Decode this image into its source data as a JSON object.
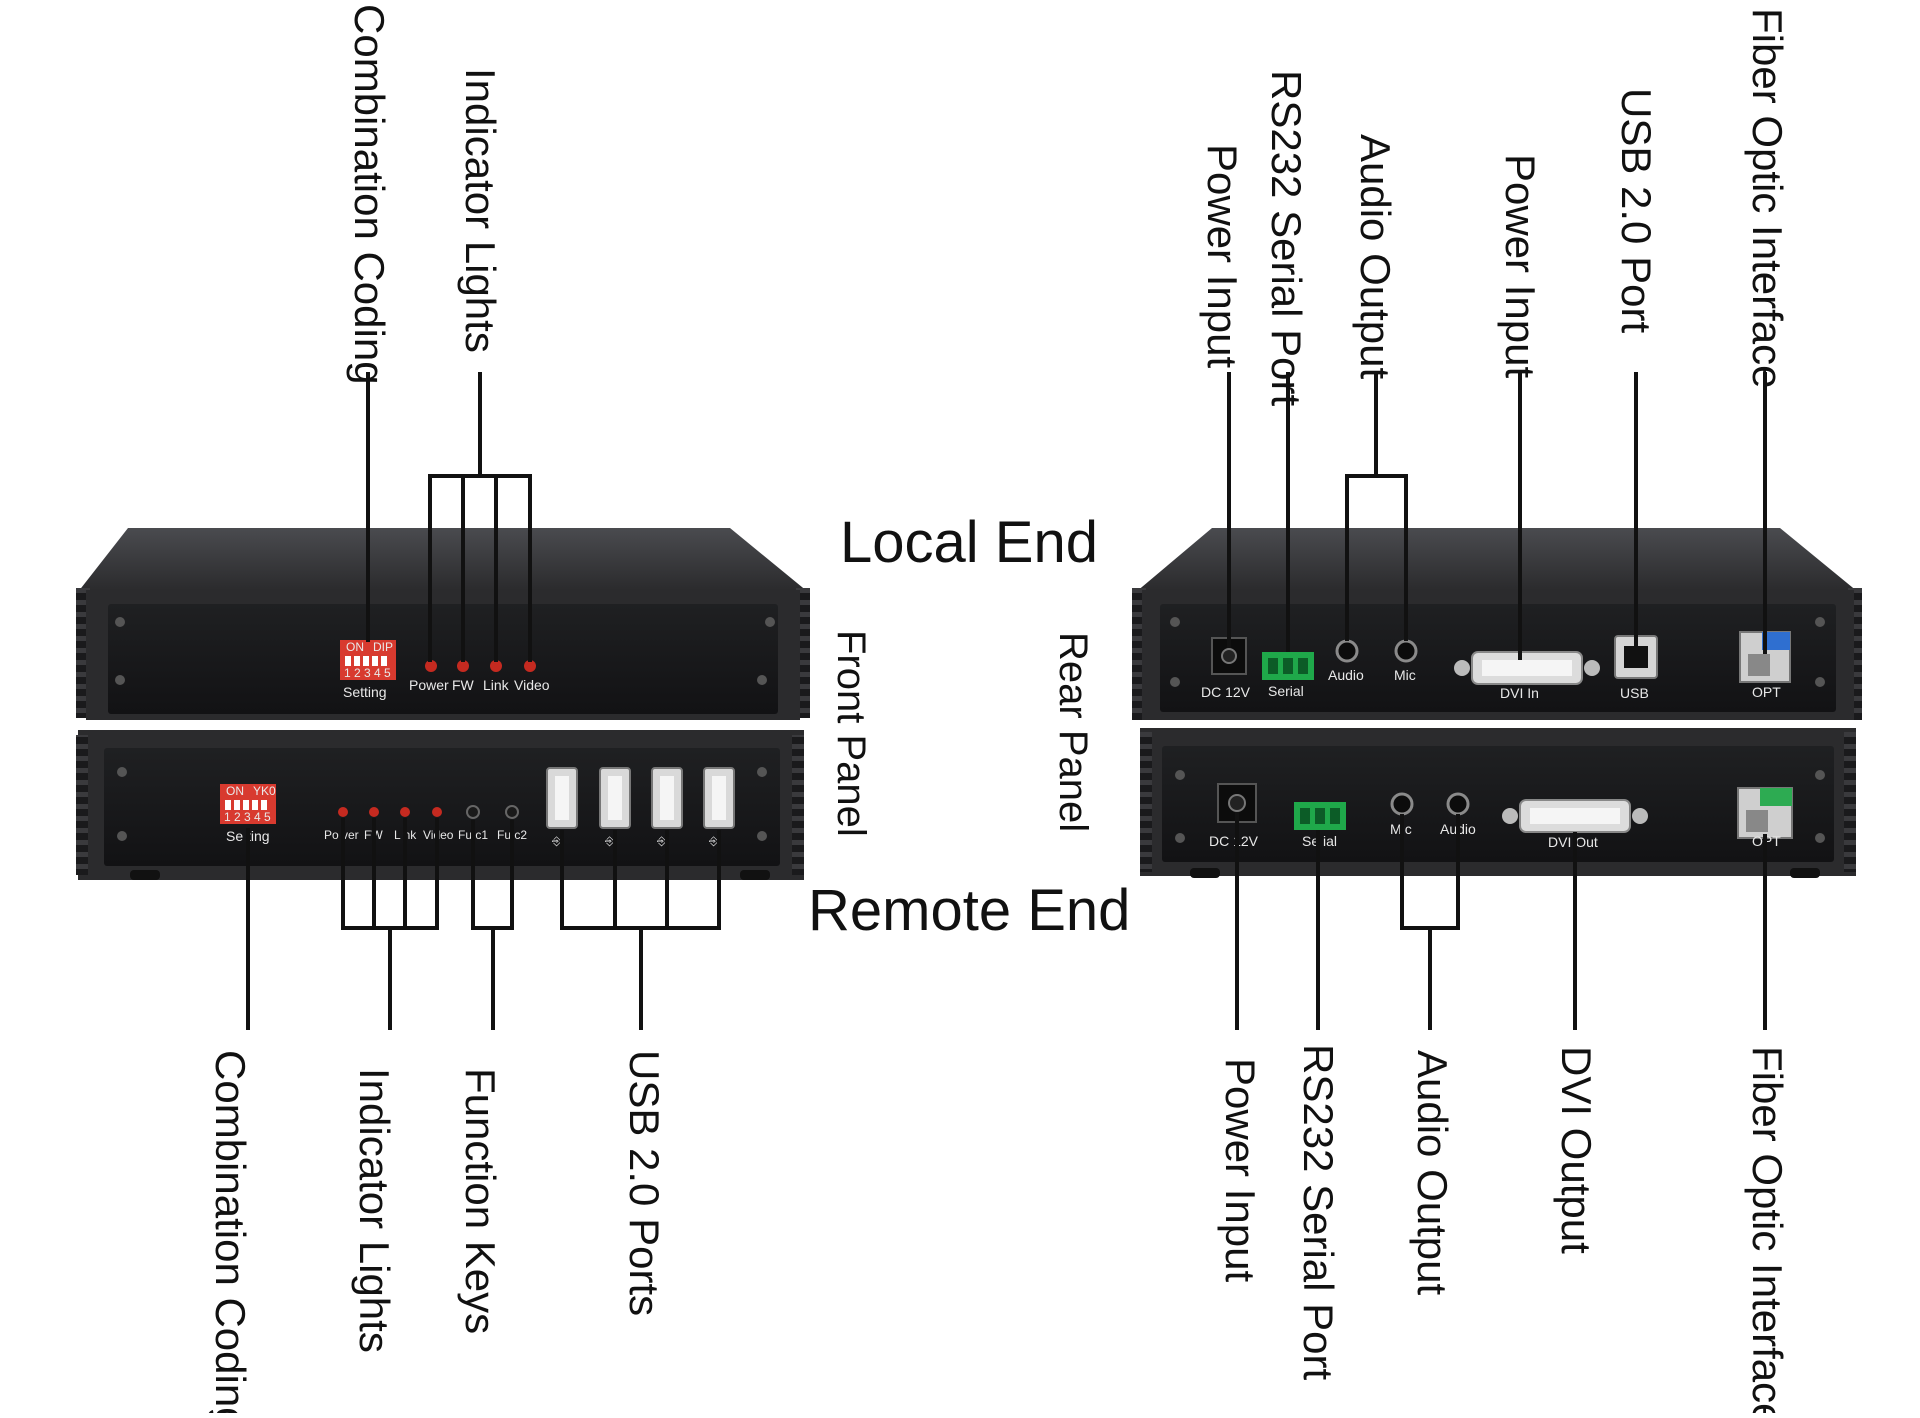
{
  "titles": {
    "local_end": "Local End",
    "remote_end": "Remote End",
    "front_panel": "Front Panel",
    "rear_panel": "Rear Panel"
  },
  "callouts_front_top": {
    "combination_coding": "Combination Coding",
    "indicator_lights": "Indicator Lights"
  },
  "callouts_front_bottom": {
    "combination_coding": "Combination Coding",
    "indicator_lights": "Indicator Lights",
    "function_keys": "Function Keys",
    "usb_ports": "USB 2.0 Ports"
  },
  "callouts_rear_top": {
    "power_input": "Power Input",
    "rs232": "RS232 Serial Port",
    "audio_output": "Audio Output",
    "power_input_2": "Power Input",
    "usb_port": "USB 2.0 Port",
    "fiber": "Fiber Optic Interface"
  },
  "callouts_rear_bottom": {
    "power_input": "Power Input",
    "rs232": "RS232 Serial Port",
    "audio_output": "Audio Output",
    "dvi_output": "DVI Output",
    "fiber": "Fiber Optic Interface"
  },
  "device_labels": {
    "local_front": {
      "dip_on": "ON",
      "dip_dip": "DIP",
      "dip_nums": "1 2 3 4 5",
      "setting": "Setting",
      "power": "Power",
      "fw": "FW",
      "link": "Link",
      "video": "Video"
    },
    "remote_front": {
      "dip_on": "ON",
      "dip_dip": "YK0",
      "dip_nums": "1 2 3 4 5",
      "setting": "Se ting",
      "power": "Po ver",
      "fw": "FW",
      "link": "L nk",
      "video": "Video",
      "func1": "Fu c1",
      "func2": "Fu c2"
    },
    "local_rear": {
      "dc": "DC 12V",
      "serial": "Serial",
      "audio": "Audio",
      "mic": "Mic",
      "dvi": "DVI In",
      "usb": "USB",
      "opt": "OPT"
    },
    "remote_rear": {
      "dc": "DC 12V",
      "serial": "Se ial",
      "mic": "Mic",
      "audio": "Audio",
      "dvi": "DVI Out",
      "opt": "OPT"
    }
  },
  "colors": {
    "chassis": "#2b2b2d",
    "chassis_top": "#3a3b3e",
    "dip_red": "#d83a2f",
    "terminal_green": "#1fa84a",
    "sfp_blue": "#2f6fd0",
    "sfp_green": "#2dab52"
  }
}
